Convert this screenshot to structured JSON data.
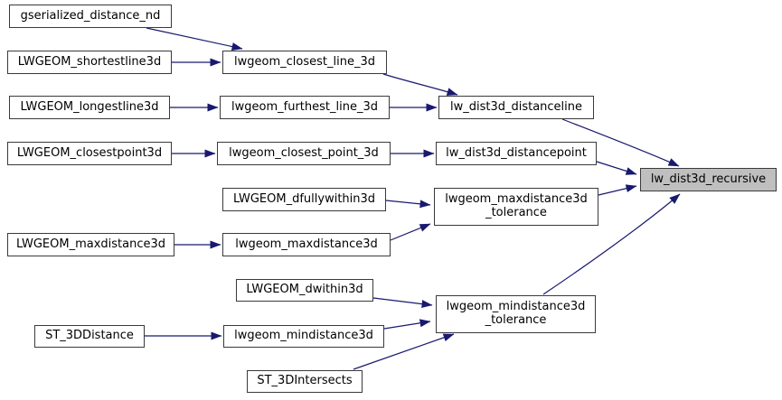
{
  "graph": {
    "type": "call-graph",
    "colors": {
      "background": "#ffffff",
      "edge": "#191970",
      "node_border": "#3a3a3a",
      "node_fill": "#ffffff",
      "highlight_fill": "#bfbfbf",
      "text": "#000000"
    },
    "highlighted_node": "lw_dist3d_recursive",
    "nodes": {
      "gserialized_distance_nd": {
        "label": "gserialized_distance_nd"
      },
      "LWGEOM_shortestline3d": {
        "label": "LWGEOM_shortestline3d"
      },
      "lwgeom_closest_line_3d": {
        "label": "lwgeom_closest_line_3d"
      },
      "LWGEOM_longestline3d": {
        "label": "LWGEOM_longestline3d"
      },
      "lwgeom_furthest_line_3d": {
        "label": "lwgeom_furthest_line_3d"
      },
      "lw_dist3d_distanceline": {
        "label": "lw_dist3d_distanceline"
      },
      "LWGEOM_closestpoint3d": {
        "label": "LWGEOM_closestpoint3d"
      },
      "lwgeom_closest_point_3d": {
        "label": "lwgeom_closest_point_3d"
      },
      "lw_dist3d_distancepoint": {
        "label": "lw_dist3d_distancepoint"
      },
      "LWGEOM_dfullywithin3d": {
        "label": "LWGEOM_dfullywithin3d"
      },
      "lwgeom_maxdistance3d_tolerance": {
        "line1": "lwgeom_maxdistance3d",
        "line2": "_tolerance"
      },
      "lw_dist3d_recursive": {
        "label": "lw_dist3d_recursive"
      },
      "LWGEOM_maxdistance3d": {
        "label": "LWGEOM_maxdistance3d"
      },
      "lwgeom_maxdistance3d": {
        "label": "lwgeom_maxdistance3d"
      },
      "LWGEOM_dwithin3d": {
        "label": "LWGEOM_dwithin3d"
      },
      "ST_3DDistance": {
        "label": "ST_3DDistance"
      },
      "lwgeom_mindistance3d": {
        "label": "lwgeom_mindistance3d"
      },
      "lwgeom_mindistance3d_tolerance": {
        "line1": "lwgeom_mindistance3d",
        "line2": "_tolerance"
      },
      "ST_3DIntersects": {
        "label": "ST_3DIntersects"
      }
    },
    "edges": [
      {
        "from": "gserialized_distance_nd",
        "to": "lwgeom_closest_line_3d"
      },
      {
        "from": "LWGEOM_shortestline3d",
        "to": "lwgeom_closest_line_3d"
      },
      {
        "from": "lwgeom_closest_line_3d",
        "to": "lw_dist3d_distanceline"
      },
      {
        "from": "LWGEOM_longestline3d",
        "to": "lwgeom_furthest_line_3d"
      },
      {
        "from": "lwgeom_furthest_line_3d",
        "to": "lw_dist3d_distanceline"
      },
      {
        "from": "lw_dist3d_distanceline",
        "to": "lw_dist3d_recursive"
      },
      {
        "from": "LWGEOM_closestpoint3d",
        "to": "lwgeom_closest_point_3d"
      },
      {
        "from": "lwgeom_closest_point_3d",
        "to": "lw_dist3d_distancepoint"
      },
      {
        "from": "lw_dist3d_distancepoint",
        "to": "lw_dist3d_recursive"
      },
      {
        "from": "LWGEOM_dfullywithin3d",
        "to": "lwgeom_maxdistance3d_tolerance"
      },
      {
        "from": "LWGEOM_maxdistance3d",
        "to": "lwgeom_maxdistance3d"
      },
      {
        "from": "lwgeom_maxdistance3d",
        "to": "lwgeom_maxdistance3d_tolerance"
      },
      {
        "from": "lwgeom_maxdistance3d_tolerance",
        "to": "lw_dist3d_recursive"
      },
      {
        "from": "LWGEOM_dwithin3d",
        "to": "lwgeom_mindistance3d_tolerance"
      },
      {
        "from": "ST_3DDistance",
        "to": "lwgeom_mindistance3d"
      },
      {
        "from": "lwgeom_mindistance3d",
        "to": "lwgeom_mindistance3d_tolerance"
      },
      {
        "from": "ST_3DIntersects",
        "to": "lwgeom_mindistance3d_tolerance"
      },
      {
        "from": "lwgeom_mindistance3d_tolerance",
        "to": "lw_dist3d_recursive"
      }
    ]
  }
}
